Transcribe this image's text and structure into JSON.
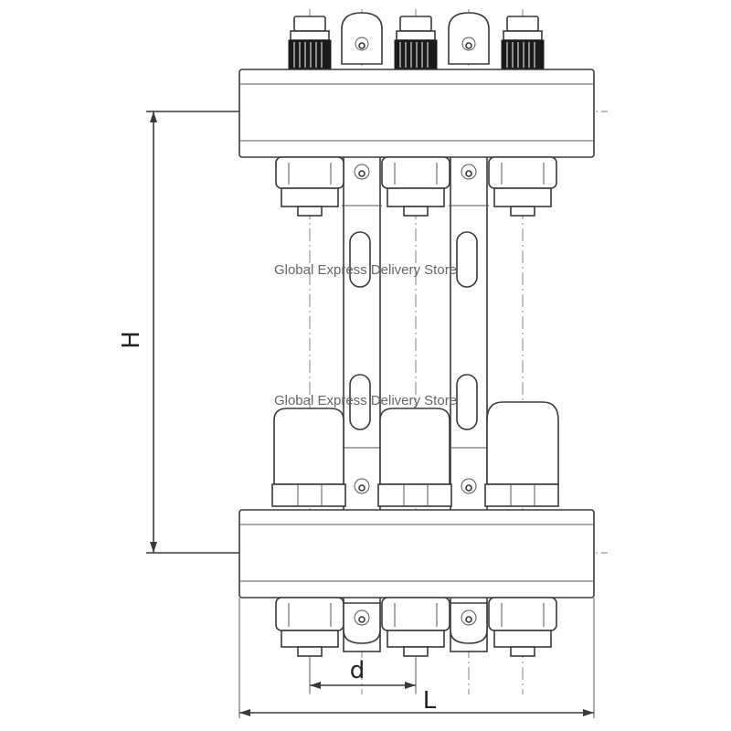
{
  "watermarks": [
    "Global Express Delivery Store",
    "Global Express Delivery Store"
  ],
  "dimensions": {
    "height_label": "H",
    "length_label": "L",
    "spacing_label": "d"
  }
}
